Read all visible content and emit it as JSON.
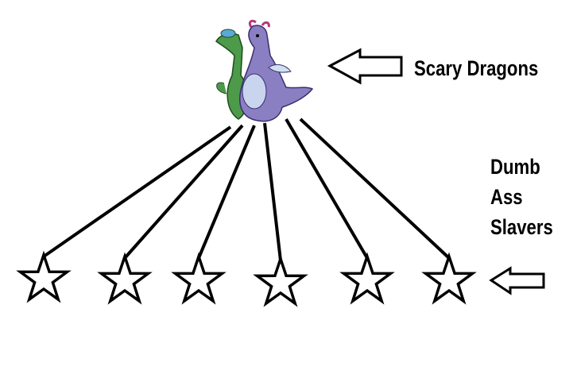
{
  "labels": {
    "dragons": "Scary Dragons",
    "slavers": [
      "Dumb",
      "Ass",
      "Slavers"
    ]
  },
  "slaver_count": 6,
  "colors": {
    "ink": "#000000",
    "green_dragon": "#4c9a4a",
    "purple_dragon": "#8b7fc4"
  }
}
